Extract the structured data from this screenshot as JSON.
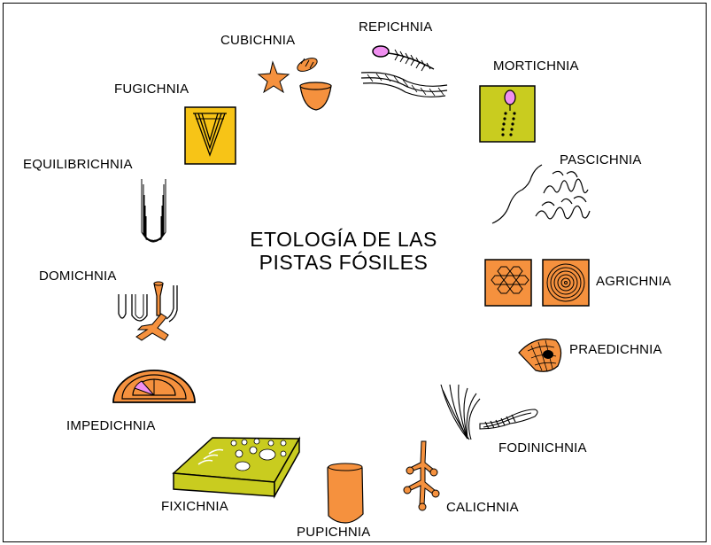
{
  "title": {
    "line1": "ETOLOGÍA DE LAS",
    "line2": "PISTAS FÓSILES"
  },
  "categories": {
    "repichnia": "REPICHNIA",
    "cubichnia": "CUBICHNIA",
    "mortichnia": "MORTICHNIA",
    "fugichnia": "FUGICHNIA",
    "equilibrichnia": "EQUILIBRICHNIA",
    "pascichnia": "PASCICHNIA",
    "agrichnia": "AGRICHNIA",
    "domichnia": "DOMICHNIA",
    "praedichnia": "PRAEDICHNIA",
    "impedichnia": "IMPEDICHNIA",
    "fodinichnia": "FODINICHNIA",
    "fixichnia": "FIXICHNIA",
    "calichnia": "CALICHNIA",
    "pupichnia": "PUPICHNIA"
  },
  "colors": {
    "orange": "#f5913e",
    "olive": "#c9cc1f",
    "yellow": "#f7c417",
    "pink": "#f08ff0",
    "stroke": "#000000"
  }
}
